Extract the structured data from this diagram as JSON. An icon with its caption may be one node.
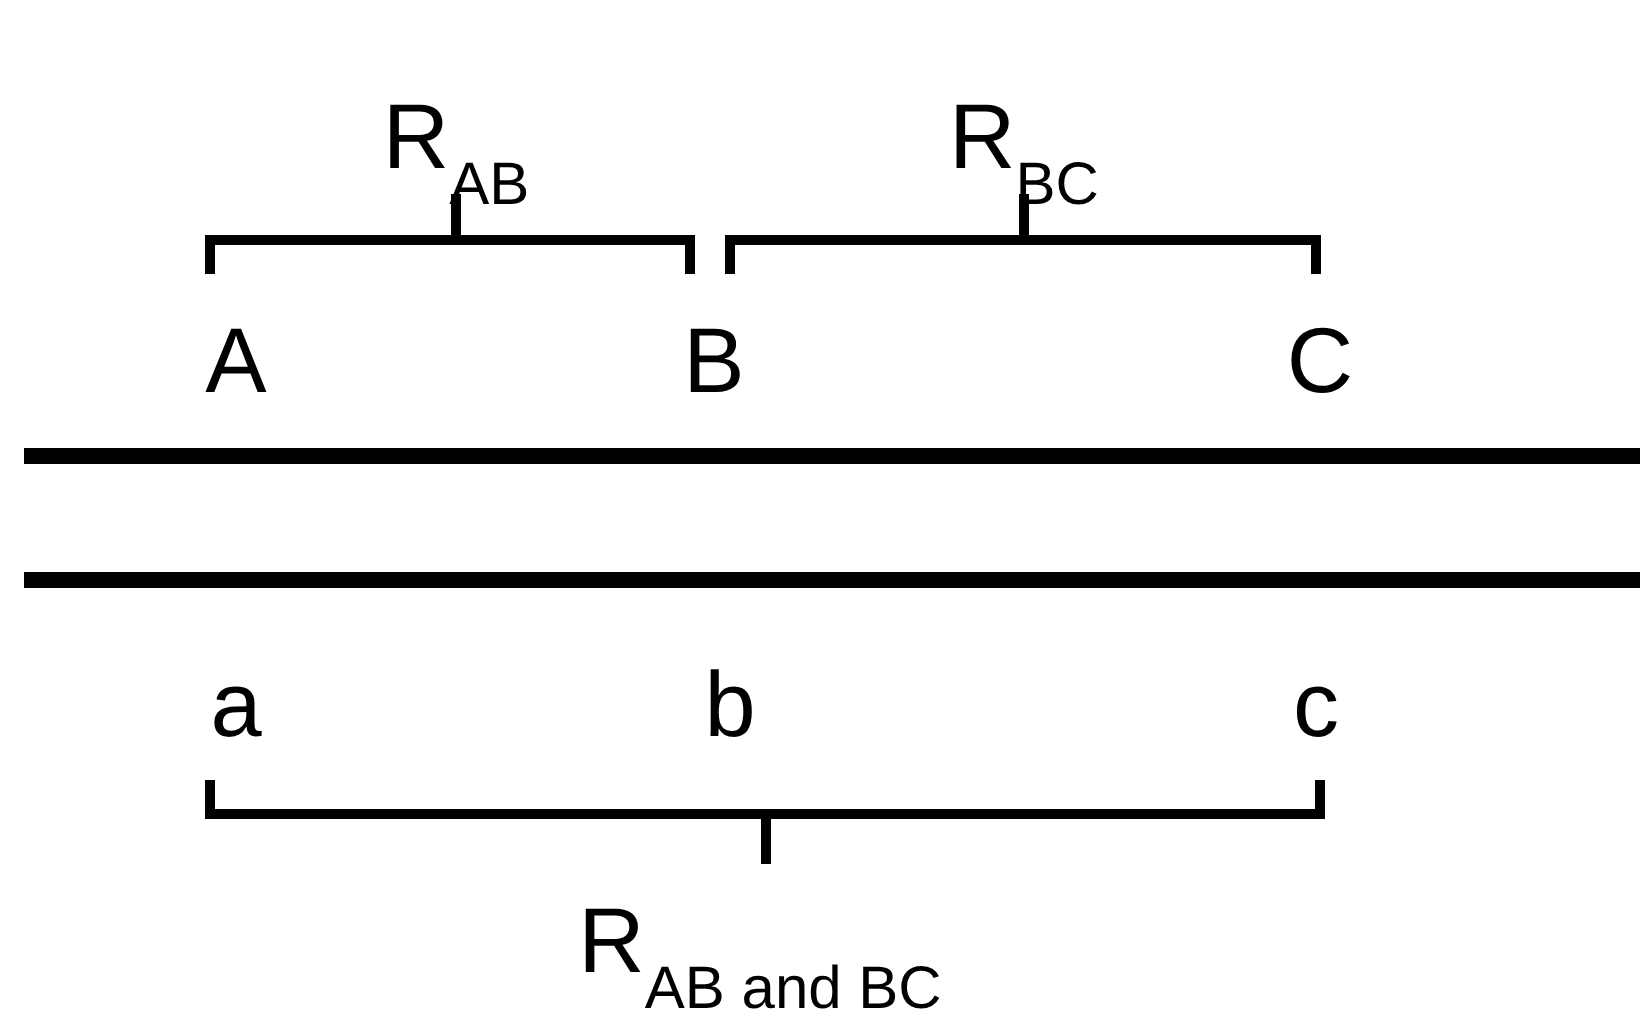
{
  "diagram": {
    "labels": [
      "R$_{AB}$",
      "R$_{BC}$",
      "A",
      "B",
      "C",
      "a",
      "b",
      "c",
      "R$_{AB and BC}$"
    ]
  }
}
